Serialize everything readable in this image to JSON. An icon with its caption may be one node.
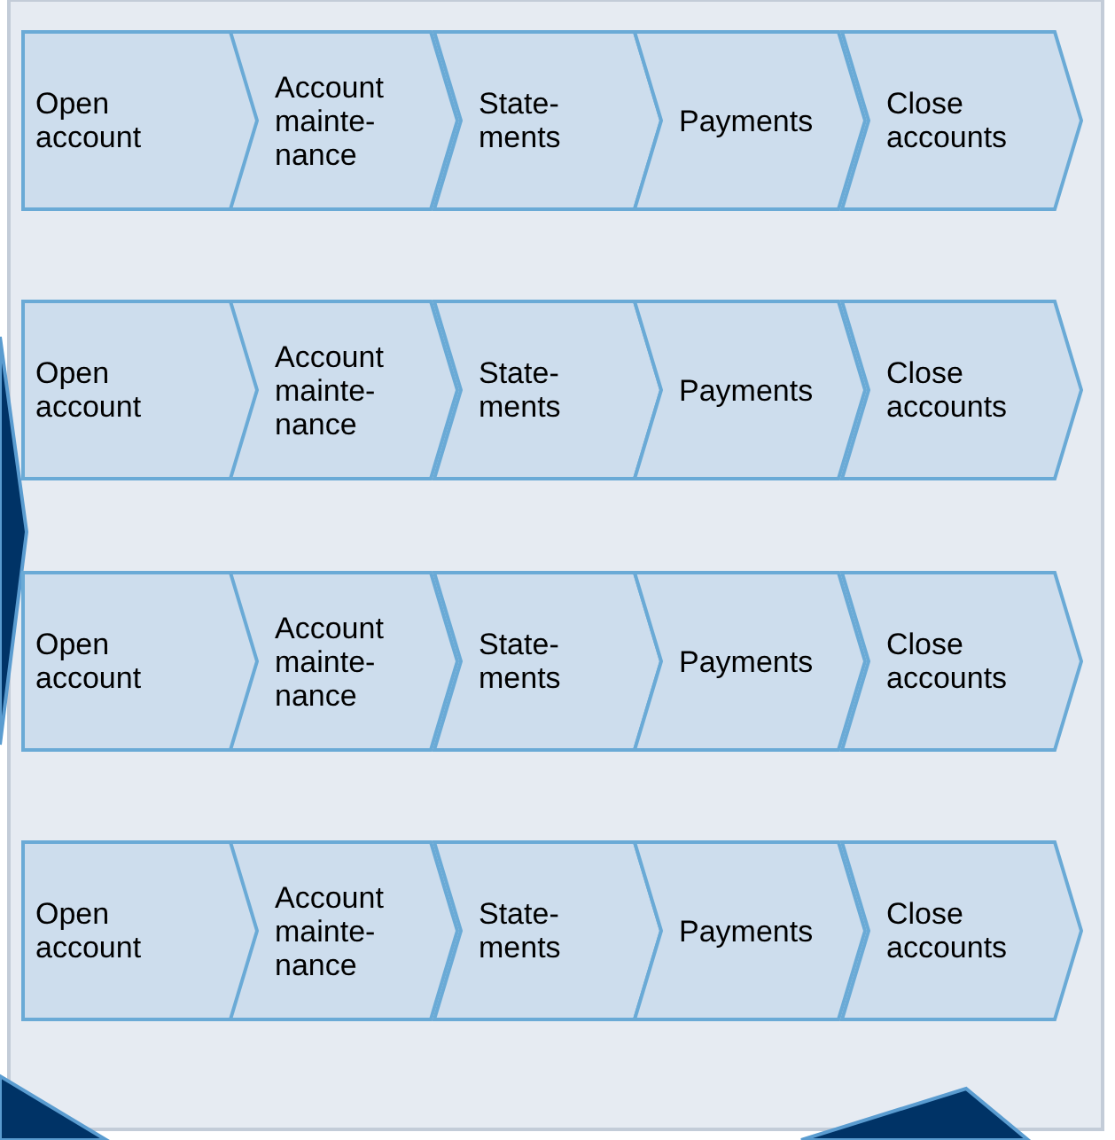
{
  "diagram": {
    "nodes": [
      {
        "text": [
          "Open account"
        ]
      },
      {
        "text": [
          "Account mainte- nance"
        ]
      },
      {
        "text": [
          "State- ments"
        ]
      },
      {
        "text": [
          "Payments"
        ]
      },
      {
        "text": [
          "Close accounts"
        ]
      },
      {
        "text": [
          "Open account"
        ]
      },
      {
        "text": [
          "Account mainte- nance"
        ]
      },
      {
        "text": [
          "State- ments"
        ]
      },
      {
        "text": [
          "Payments"
        ]
      },
      {
        "text": [
          "Close accounts"
        ]
      },
      {
        "text": [
          "Open account"
        ]
      },
      {
        "text": [
          "Account mainte- nance"
        ]
      },
      {
        "text": [
          "State- ments"
        ]
      },
      {
        "text": [
          "Payments"
        ]
      },
      {
        "text": [
          "Close accounts"
        ]
      },
      {
        "text": [
          "Open account"
        ]
      },
      {
        "text": [
          "Account mainte- nance"
        ]
      },
      {
        "text": [
          "State- ments"
        ]
      },
      {
        "text": [
          "Payments"
        ]
      },
      {
        "text": [
          "Close accounts"
        ]
      }
    ]
  }
}
